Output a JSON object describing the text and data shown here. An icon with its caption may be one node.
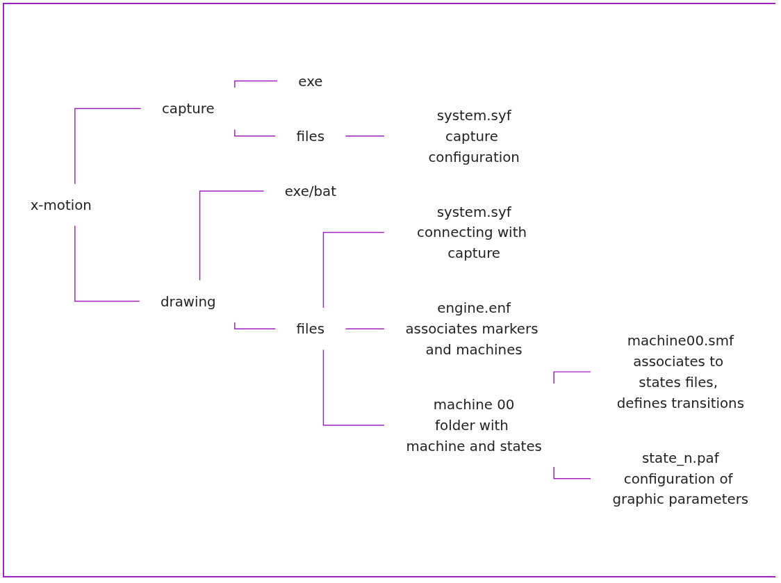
{
  "diagram": {
    "nodes": [
      {
        "text": [
          "x-motion"
        ]
      },
      {
        "text": [
          "capture"
        ]
      },
      {
        "text": [
          "exe"
        ]
      },
      {
        "text": [
          "files"
        ]
      },
      {
        "text": [
          "system.syf",
          "capture configuration"
        ]
      },
      {
        "text": [
          "drawing"
        ]
      },
      {
        "text": [
          "exe/bat"
        ]
      },
      {
        "text": [
          "files"
        ]
      },
      {
        "text": [
          "system.syf",
          "connecting with capture"
        ]
      },
      {
        "text": [
          "engine.enf",
          "associates markers and machines"
        ]
      },
      {
        "text": [
          "machine 00",
          "folder with machine and states"
        ]
      },
      {
        "text": [
          "machine00.smf",
          "associates to states files, defines transitions"
        ]
      },
      {
        "text": [
          "state_n.paf",
          "configuration of graphic parameters"
        ]
      }
    ],
    "edges": [
      {
        "from": 0,
        "to": 1,
        "arrow": "none"
      },
      {
        "from": 0,
        "to": 5,
        "arrow": "none"
      },
      {
        "from": 1,
        "to": 2,
        "arrow": "none"
      },
      {
        "from": 1,
        "to": 3,
        "arrow": "none"
      },
      {
        "from": 3,
        "to": 4,
        "arrow": "none"
      },
      {
        "from": 5,
        "to": 6,
        "arrow": "none"
      },
      {
        "from": 5,
        "to": 7,
        "arrow": "none"
      },
      {
        "from": 7,
        "to": 8,
        "arrow": "none"
      },
      {
        "from": 7,
        "to": 9,
        "arrow": "none"
      },
      {
        "from": 7,
        "to": 10,
        "arrow": "none"
      },
      {
        "from": 10,
        "to": 11,
        "arrow": "none"
      },
      {
        "from": 10,
        "to": 12,
        "arrow": "none"
      }
    ]
  }
}
